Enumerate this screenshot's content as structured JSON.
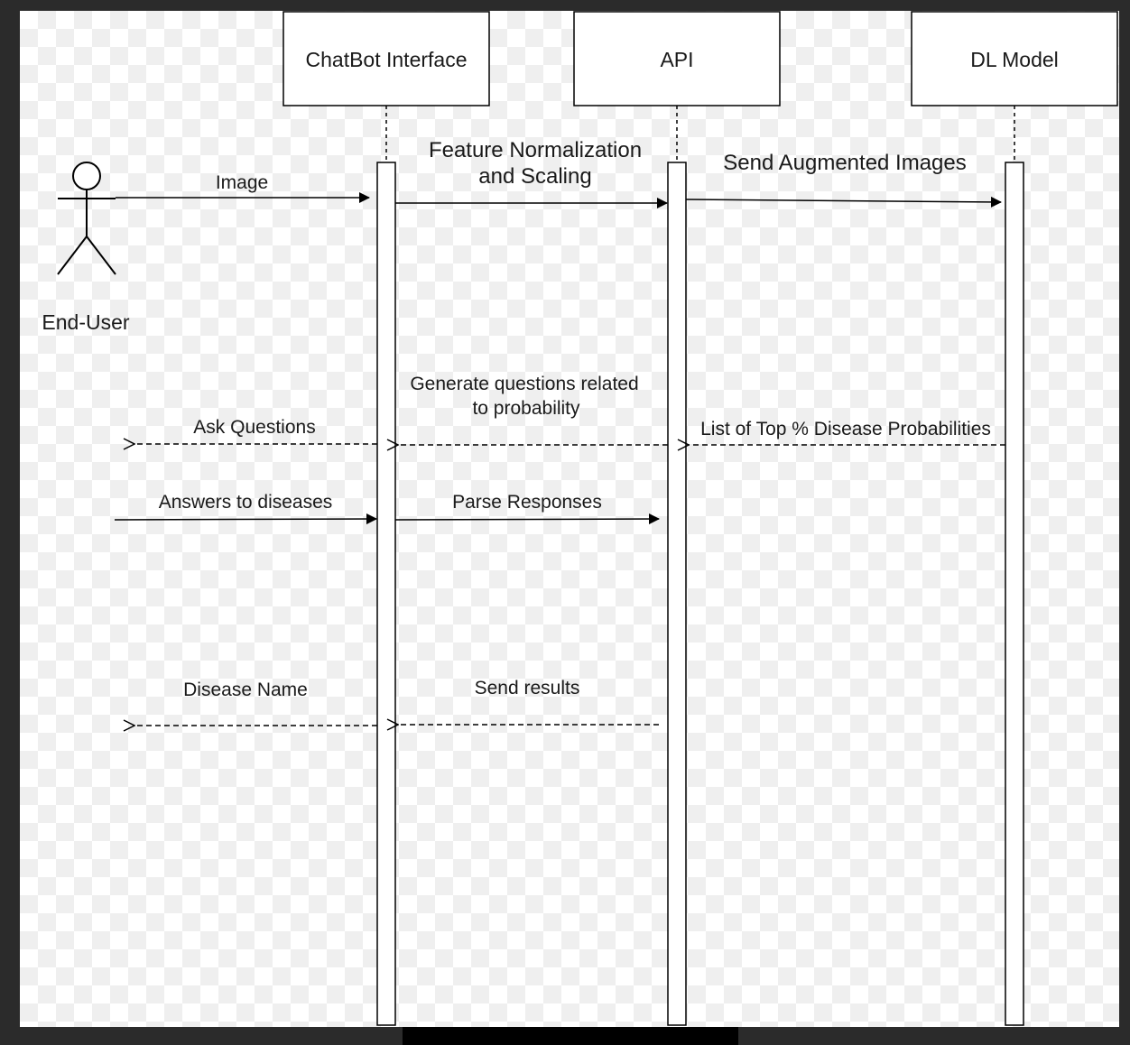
{
  "participants": {
    "actor": "End-User",
    "chatbot": "ChatBot Interface",
    "api": "API",
    "model": "DL Model"
  },
  "messages": {
    "image": "Image",
    "feature_1": "Feature Normalization",
    "feature_2": "and Scaling",
    "send_augmented": "Send Augmented Images",
    "generate_1": "Generate questions related",
    "generate_2": "to probability",
    "list_top": "List of Top % Disease Probabilities",
    "ask_questions": "Ask Questions",
    "answers": "Answers to diseases",
    "parse": "Parse Responses",
    "disease_name": "Disease Name",
    "send_results": "Send results"
  },
  "colors": {
    "line": "#000000",
    "box_fill": "#ffffff",
    "text": "#1a1a1a"
  }
}
